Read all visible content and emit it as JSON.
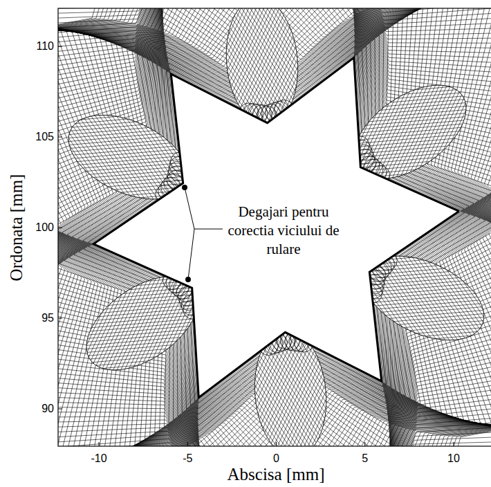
{
  "diagram": {
    "labels": [
      "110",
      "105",
      "100",
      "95",
      "90",
      "-10",
      "-5",
      "0",
      "5",
      "10",
      "Ordonata [mm]",
      "Abscisa [mm]",
      "Degajari pentru corectia viciului de rulare"
    ]
  }
}
